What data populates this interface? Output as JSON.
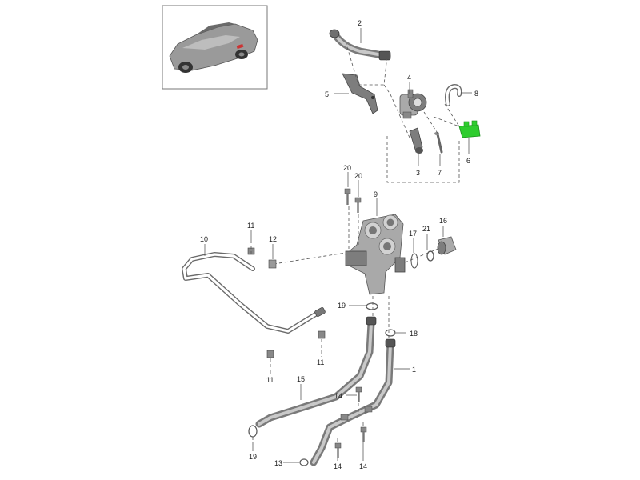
{
  "thumbnail": {
    "subject": "sports-car-vehicle"
  },
  "callouts": [
    {
      "id": "c2",
      "label": "2"
    },
    {
      "id": "c4",
      "label": "4"
    },
    {
      "id": "c5",
      "label": "5"
    },
    {
      "id": "c8",
      "label": "8"
    },
    {
      "id": "c6",
      "label": "6"
    },
    {
      "id": "c3",
      "label": "3"
    },
    {
      "id": "c7",
      "label": "7"
    },
    {
      "id": "c20a",
      "label": "20"
    },
    {
      "id": "c20b",
      "label": "20"
    },
    {
      "id": "c9",
      "label": "9"
    },
    {
      "id": "c10",
      "label": "10"
    },
    {
      "id": "c11a",
      "label": "11"
    },
    {
      "id": "c12",
      "label": "12"
    },
    {
      "id": "c17",
      "label": "17"
    },
    {
      "id": "c21",
      "label": "21"
    },
    {
      "id": "c16",
      "label": "16"
    },
    {
      "id": "c19a",
      "label": "19"
    },
    {
      "id": "c18",
      "label": "18"
    },
    {
      "id": "c1",
      "label": "1"
    },
    {
      "id": "c11b",
      "label": "11"
    },
    {
      "id": "c11c",
      "label": "11"
    },
    {
      "id": "c15",
      "label": "15"
    },
    {
      "id": "c14a",
      "label": "14"
    },
    {
      "id": "c19b",
      "label": "19"
    },
    {
      "id": "c13",
      "label": "13"
    },
    {
      "id": "c14b",
      "label": "14"
    },
    {
      "id": "c14c",
      "label": "14"
    }
  ],
  "colors": {
    "highlight": "#2ecc2e",
    "part": "#a9a9a9",
    "line": "#444444"
  }
}
